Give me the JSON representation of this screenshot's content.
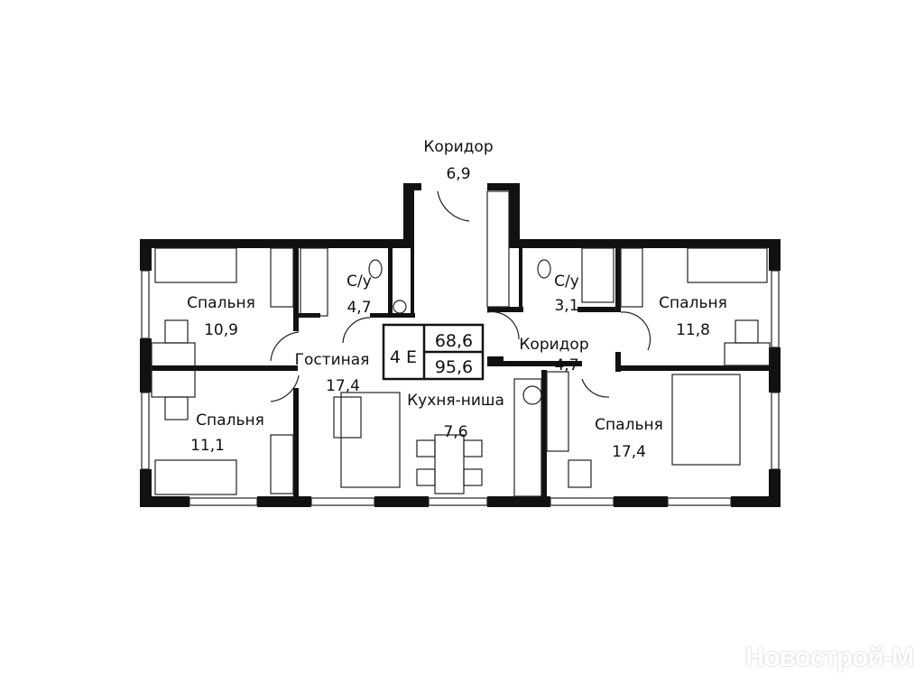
{
  "plan": {
    "apartment_type": "4 E",
    "living_area": "68,6",
    "total_area": "95,6",
    "rooms": [
      {
        "name": "Коридор",
        "area": "6,9"
      },
      {
        "name": "Спальня",
        "area": "10,9"
      },
      {
        "name": "С/у",
        "area": "4,7"
      },
      {
        "name": "С/у",
        "area": "3,1"
      },
      {
        "name": "Спальня",
        "area": "11,8"
      },
      {
        "name": "Коридор",
        "area": "4,7"
      },
      {
        "name": "Гостиная",
        "area": "17,4"
      },
      {
        "name": "Кухня-ниша",
        "area": "7,6"
      },
      {
        "name": "Спальня",
        "area": "11,1"
      },
      {
        "name": "Спальня",
        "area": "17,4"
      }
    ]
  },
  "watermark": "Новострой-М"
}
